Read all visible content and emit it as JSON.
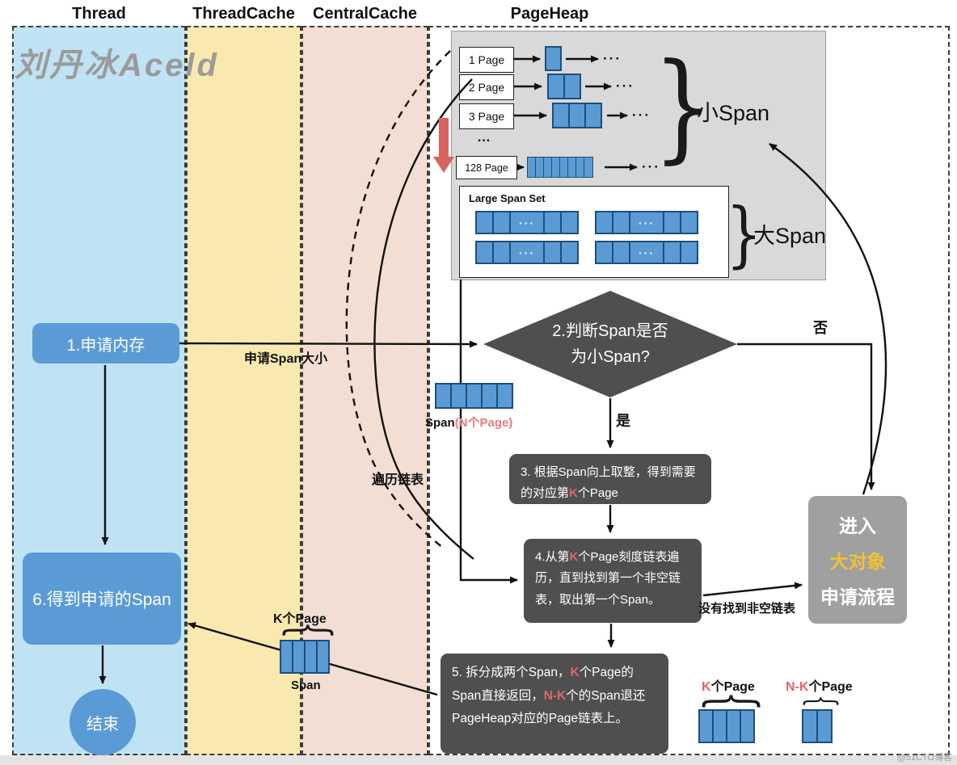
{
  "headers": {
    "thread": "Thread",
    "threadcache": "ThreadCache",
    "centralcache": "CentralCache",
    "pageheap": "PageHeap"
  },
  "watermark": "刘丹冰Aceld",
  "footer_watermark": "@51CTO博客",
  "glyphs": {
    "brace": "}"
  },
  "pageheap_panel": {
    "rows": [
      {
        "label": "1 Page",
        "cells": 1,
        "ellipsis": "···"
      },
      {
        "label": "2 Page",
        "cells": 2,
        "ellipsis": "···"
      },
      {
        "label": "3 Page",
        "cells": 3,
        "ellipsis": "···"
      },
      {
        "label": "128 Page",
        "cells": 8,
        "ellipsis": "···"
      }
    ],
    "vertical_ellipsis": "…",
    "small_span_label": "小Span",
    "large_span_label": "大Span",
    "large_span_set": {
      "title": "Large Span Set",
      "array_ellipsis": "···"
    }
  },
  "flow": {
    "box1": "1.申请内存",
    "edge_request_label": "申请Span大小",
    "diamond": {
      "line1": "2.判断Span是否",
      "line2": "为小Span?"
    },
    "yes": "是",
    "no": "否",
    "span_n": {
      "label": "Span",
      "pages": "(N个Page)",
      "cells": 5
    },
    "traverse_label": "遍历链表",
    "box3": {
      "pre": "3. 根据Span向上取整，得到需要的对应第",
      "k": "K",
      "post": "个Page"
    },
    "box4": {
      "pre": "4.从第",
      "k": "K",
      "post": "个Page刻度链表遍历，直到找到第一个非空链表，取出第一个Span。"
    },
    "not_found_label": "没有找到非空链表",
    "big_object": {
      "line1": "进入",
      "line2": "大对象",
      "line3": "申请流程"
    },
    "box5": {
      "p1": "5. 拆分成两个Span，",
      "k": "K",
      "p2": "个Page的Span直接返回，",
      "nk": "N-K",
      "p3": "个的Span退还PageHeap对应的Page链表上。"
    },
    "box6": "6.得到申请的Span",
    "end": "结束",
    "mid_span": {
      "top_label": "K个Page",
      "bottom_label": "Span",
      "cells": 4
    },
    "k_page": {
      "k": "K",
      "rest": "个Page",
      "cells": 4
    },
    "nk_page": {
      "nk": "N-K",
      "rest": "个Page",
      "cells": 2
    }
  },
  "colors": {
    "thread_col": "#bfe3f4",
    "threadcache_col": "#f9e9ae",
    "centralcache_col": "#f2ded3",
    "block_blue": "#5b9bd5",
    "dark_box": "#4f4f4f",
    "accent_red": "#e06666",
    "accent_yellow": "#f1c232"
  }
}
